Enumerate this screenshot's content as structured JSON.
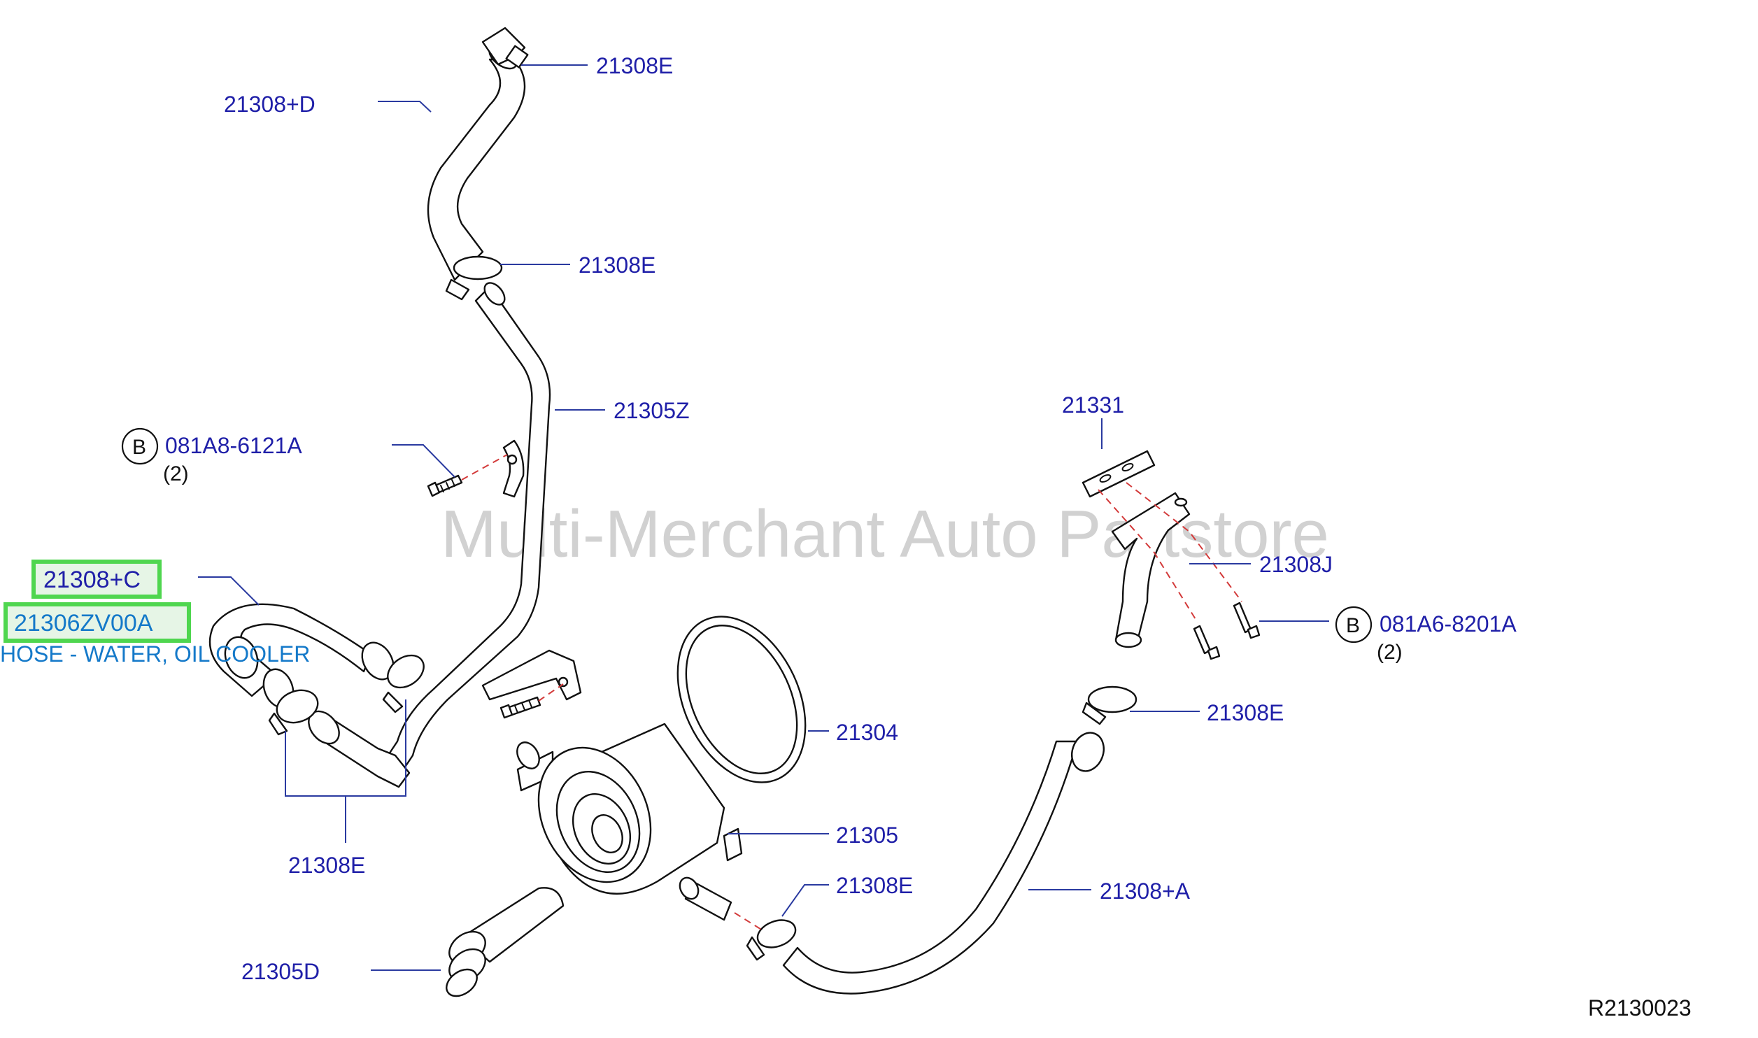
{
  "watermark": "Multi-Merchant Auto Partstore",
  "diagram_ref": "R2130023",
  "callouts": {
    "hose_d_top_clamp": "21308E",
    "hose_d": "21308+D",
    "hose_d_bottom_clamp": "21308E",
    "tube_z": "21305Z",
    "bolt_a": "081A8-6121A",
    "bolt_a_qty": "(2)",
    "bolt_a_marker": "B",
    "hose_c": "21308+C",
    "part_number": "21306ZV00A",
    "part_description": "HOSE - WATER, OIL COOLER",
    "clamps_group": "21308E",
    "gasket": "21331",
    "hose_j": "21308J",
    "bolt_b": "081A6-8201A",
    "bolt_b_qty": "(2)",
    "bolt_b_marker": "B",
    "hose_a_clamp": "21308E",
    "o_ring": "21304",
    "oil_cooler": "21305",
    "cooler_clamp": "21308E",
    "hose_a": "21308+A",
    "connector_d": "21305D"
  },
  "colors": {
    "label": "#1f1fa8",
    "highlight_border": "#4fd64f",
    "highlight_fill": "#e6f5e6",
    "description": "#1479c9",
    "guide_dash": "#d33a3a"
  }
}
